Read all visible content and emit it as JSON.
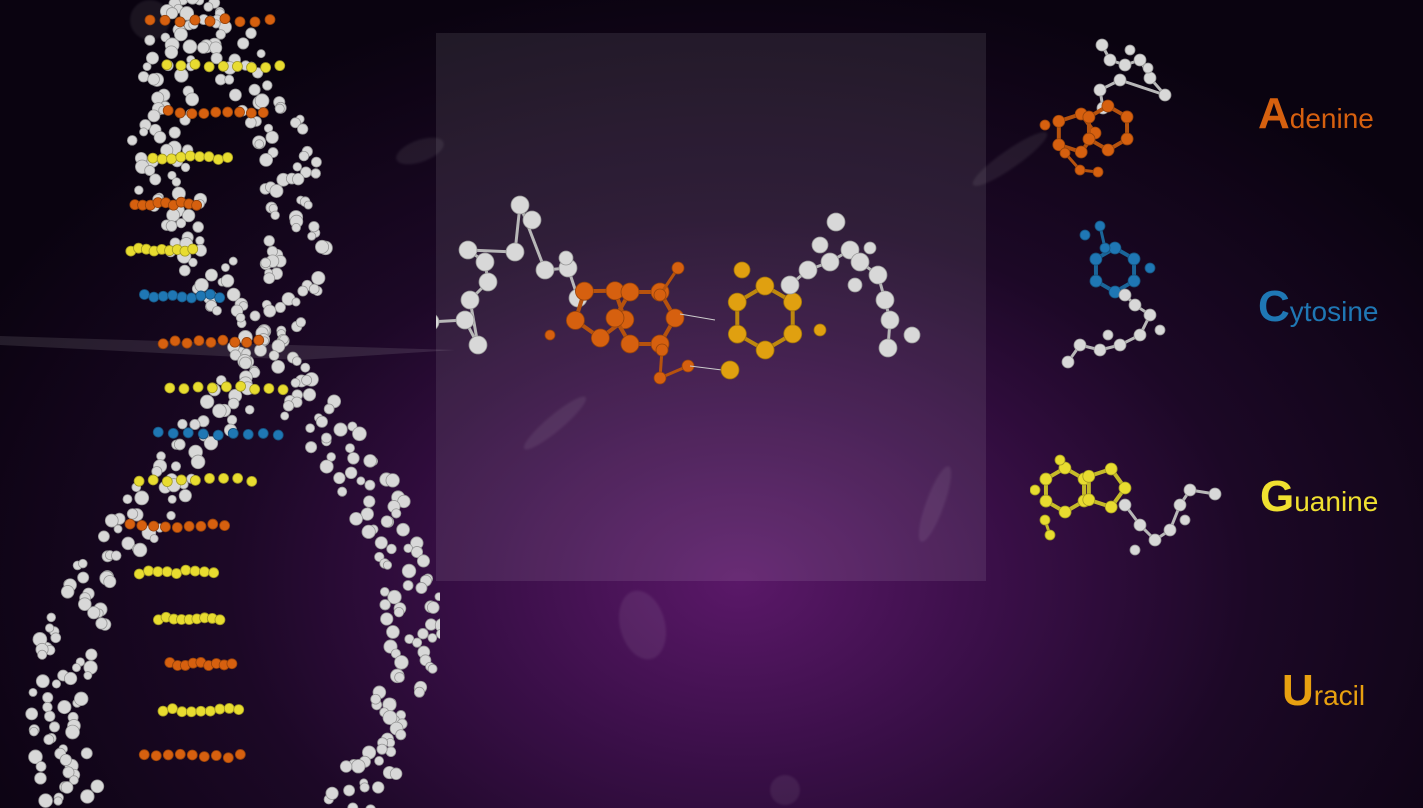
{
  "bases": [
    {
      "key": "adenine",
      "initial": "A",
      "rest": "denine",
      "color": "#d6600f"
    },
    {
      "key": "cytosine",
      "initial": "C",
      "rest": "ytosine",
      "color": "#1f77b4"
    },
    {
      "key": "guanine",
      "initial": "G",
      "rest": "uanine",
      "color": "#f0e030"
    },
    {
      "key": "uracil",
      "initial": "U",
      "rest": "racil",
      "color": "#e8a010"
    }
  ],
  "colors": {
    "backbone": "#d8d8d8",
    "adenine": "#d6600f",
    "cytosine": "#1f77b4",
    "guanine": "#e8dc30",
    "uracil": "#e0a010"
  }
}
